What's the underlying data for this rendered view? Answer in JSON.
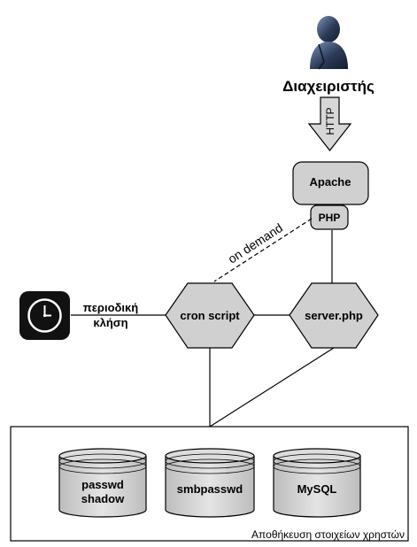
{
  "admin": {
    "label": "Διαχειριστής",
    "icon": "user-icon"
  },
  "arrow": {
    "label": "HTTP"
  },
  "apache": {
    "label": "Apache"
  },
  "php": {
    "label": "PHP"
  },
  "edges": {
    "on_demand": "on demand",
    "periodic_call_line1": "περιοδική",
    "periodic_call_line2": "κλήση"
  },
  "clock": {
    "icon": "clock-icon"
  },
  "cron": {
    "label": "cron script"
  },
  "server": {
    "label": "server.php"
  },
  "storage": {
    "title": "Αποθήκευση στοιχείων χρηστών",
    "dbs": [
      {
        "line1": "passwd",
        "line2": "shadow"
      },
      {
        "line1": "smbpasswd"
      },
      {
        "line1": "MySQL"
      }
    ]
  },
  "colors": {
    "node_fill": "#d0d0d0",
    "arrow_fill": "#d7d7d7",
    "user_dark": "#1f2d45",
    "user_light": "#6e86ad"
  }
}
